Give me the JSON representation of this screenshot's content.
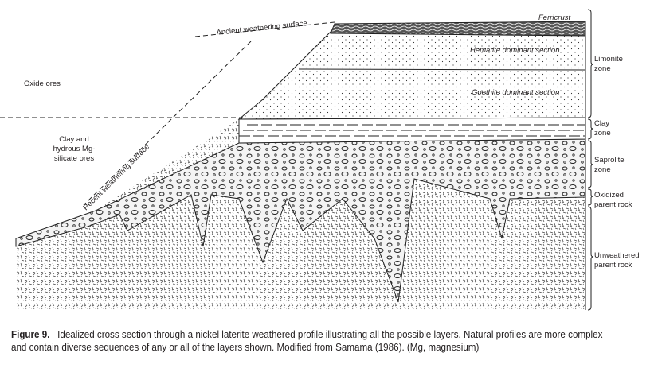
{
  "diagram": {
    "surfaces": {
      "ancient": "Ancient weathering surface",
      "recent": "Recent weathering surface"
    },
    "ore_labels": {
      "oxide": "Oxide ores",
      "clay": "Clay and hydrous Mg-silicate ores"
    },
    "layers": {
      "ferricrust": "Ferricrust",
      "hematite": "Hematite dominant section",
      "goethite": "Goethite dominant section"
    },
    "zones": {
      "limonite": "Limonite zone",
      "clay": "Clay zone",
      "saprolite": "Saprolite zone",
      "oxidized": "Oxidized parent rock",
      "unweathered": "Unweathered parent rock"
    }
  },
  "caption": {
    "label": "Figure 9.",
    "text": "Idealized cross section through a nickel laterite weathered profile illustrating all the possible layers. Natural profiles are more complex and contain diverse sequences of any or all of the layers shown. Modified from Samama (1986). (Mg, magnesium)"
  }
}
